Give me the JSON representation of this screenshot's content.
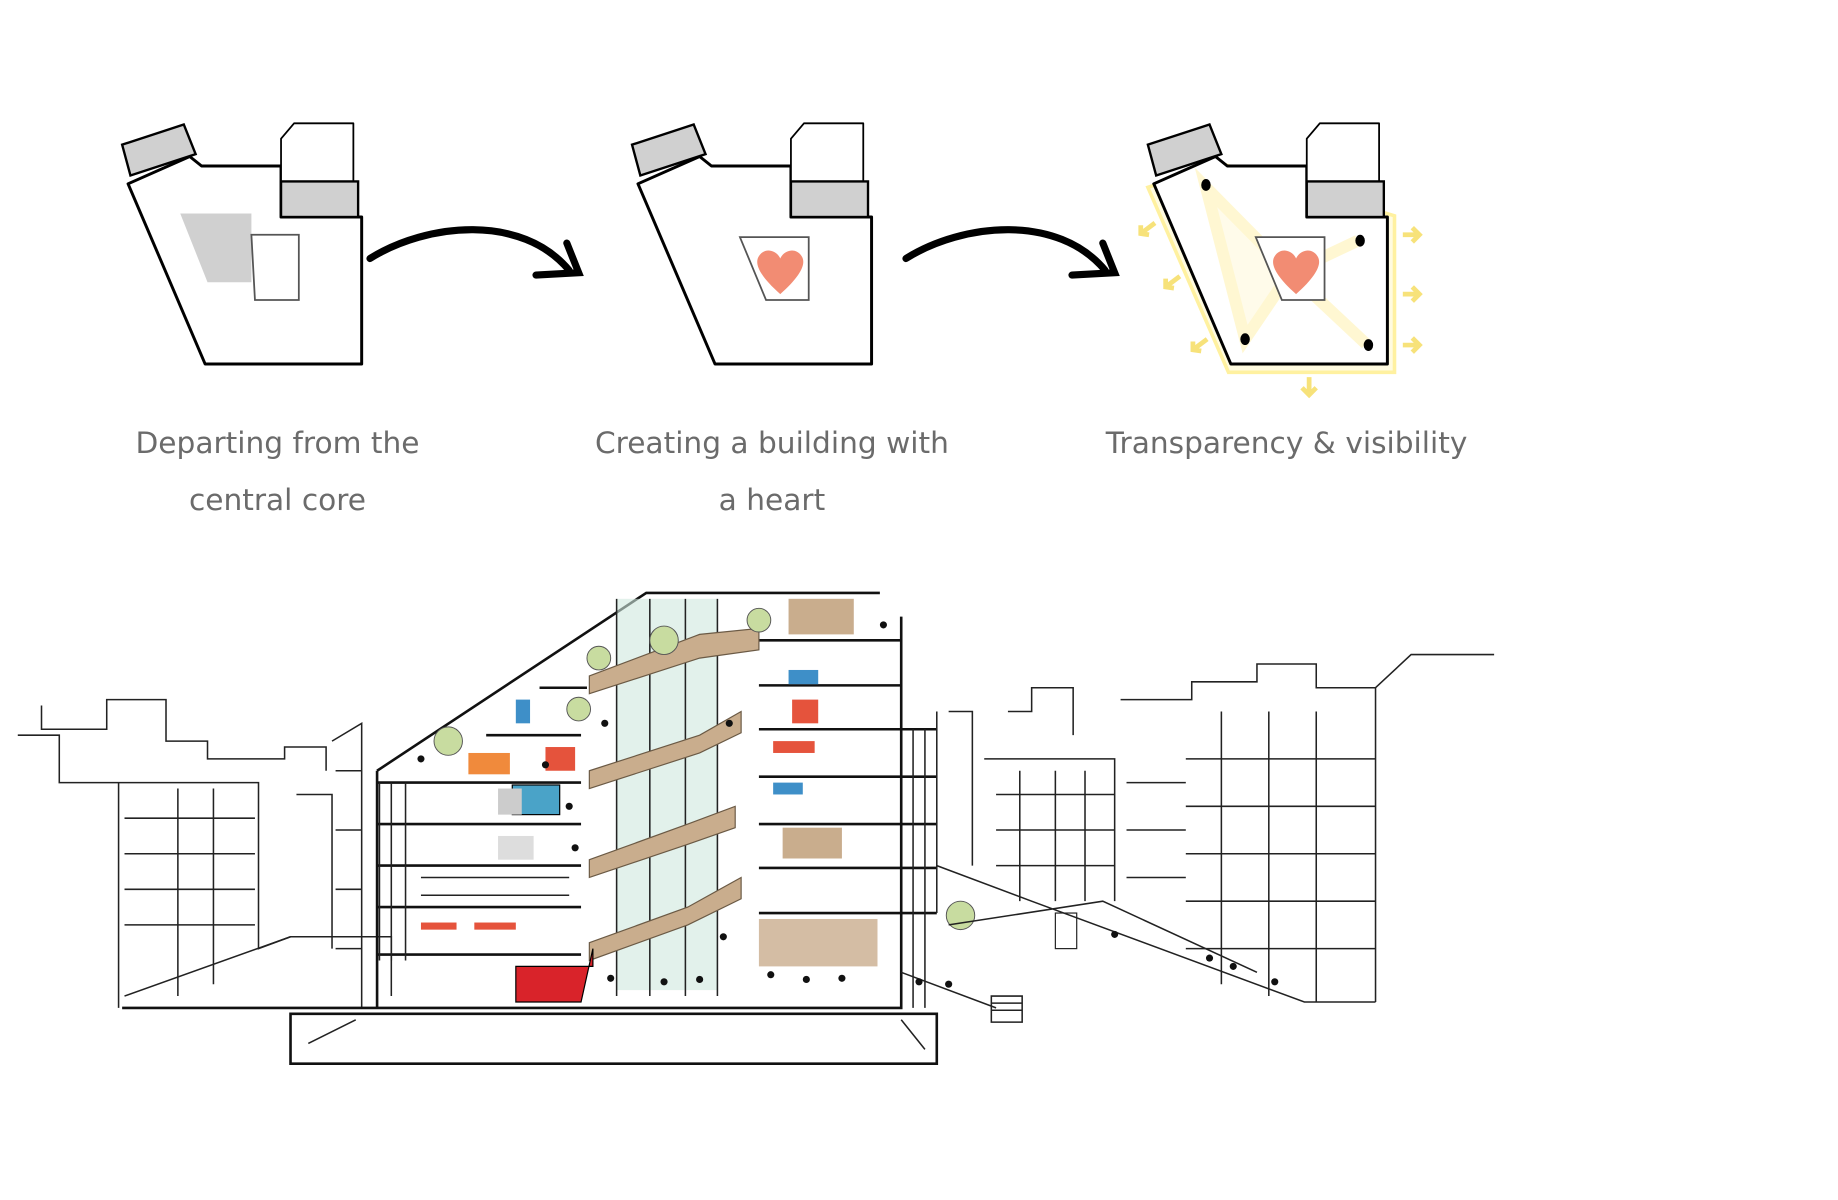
{
  "steps": [
    {
      "caption_line1": "Departing from the",
      "caption_line2": "central core"
    },
    {
      "caption_line1": "Creating a building with",
      "caption_line2": "a heart"
    },
    {
      "caption_line1": "Transparency & visibility"
    }
  ],
  "colors": {
    "heart": "#f28c73",
    "glow": "#fff3a8",
    "glow_arrow": "#f7e27a",
    "core_grey": "#d0d0d0",
    "caption": "#6b6b6b",
    "stair": "#c9ad8d",
    "red_volume": "#d9232a",
    "glass": "#cfe8de"
  }
}
